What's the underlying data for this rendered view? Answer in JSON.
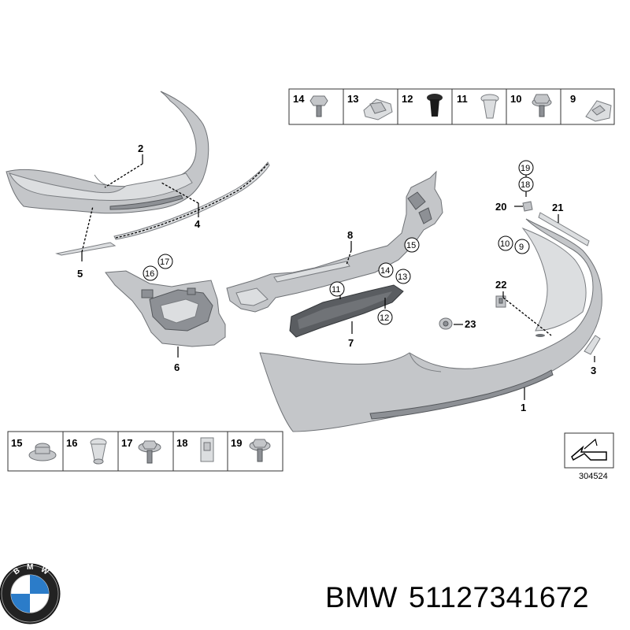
{
  "parts": {
    "p1": "1",
    "p2": "2",
    "p3": "3",
    "p4": "4",
    "p5": "5",
    "p6": "6",
    "p7": "7",
    "p8": "8",
    "p9": "9",
    "p10": "10",
    "p11": "11",
    "p12": "12",
    "p13": "13",
    "p14": "14",
    "p15": "15",
    "p16": "16",
    "p17": "17",
    "p18": "18",
    "p19": "19",
    "p20": "20",
    "p21": "21",
    "p22": "22",
    "p23": "23"
  },
  "top_table": [
    "14",
    "13",
    "12",
    "11",
    "10",
    "9"
  ],
  "bottom_table": [
    "15",
    "16",
    "17",
    "18",
    "19"
  ],
  "diagram_id": "304524",
  "brand": "BMW",
  "part_number": "51127341672",
  "colors": {
    "part": "#c4c6c9",
    "outline": "#6f7276",
    "logo_blue": "#2b7cc9"
  }
}
